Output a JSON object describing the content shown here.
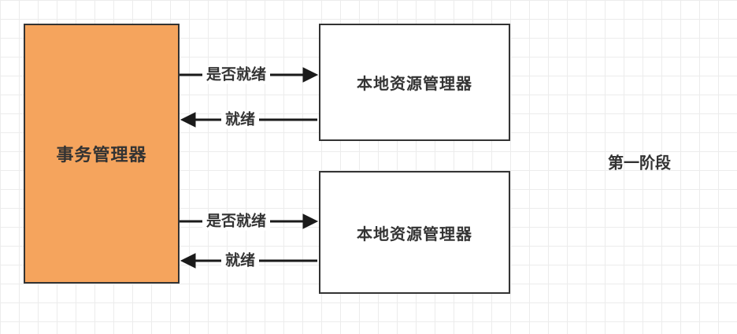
{
  "diagram": {
    "nodes": {
      "transaction_manager": "事务管理器",
      "resource_manager_top": "本地资源管理器",
      "resource_manager_bottom": "本地资源管理器"
    },
    "messages": {
      "request": "是否就绪",
      "response": "就绪"
    },
    "annotations": {
      "phase": "第一阶段"
    },
    "colors": {
      "transaction_manager_fill": "#F5A45D",
      "node_border": "#333333",
      "arrow": "#1A1A1A",
      "text": "#333333",
      "grid_line": "#ECECEC"
    }
  }
}
